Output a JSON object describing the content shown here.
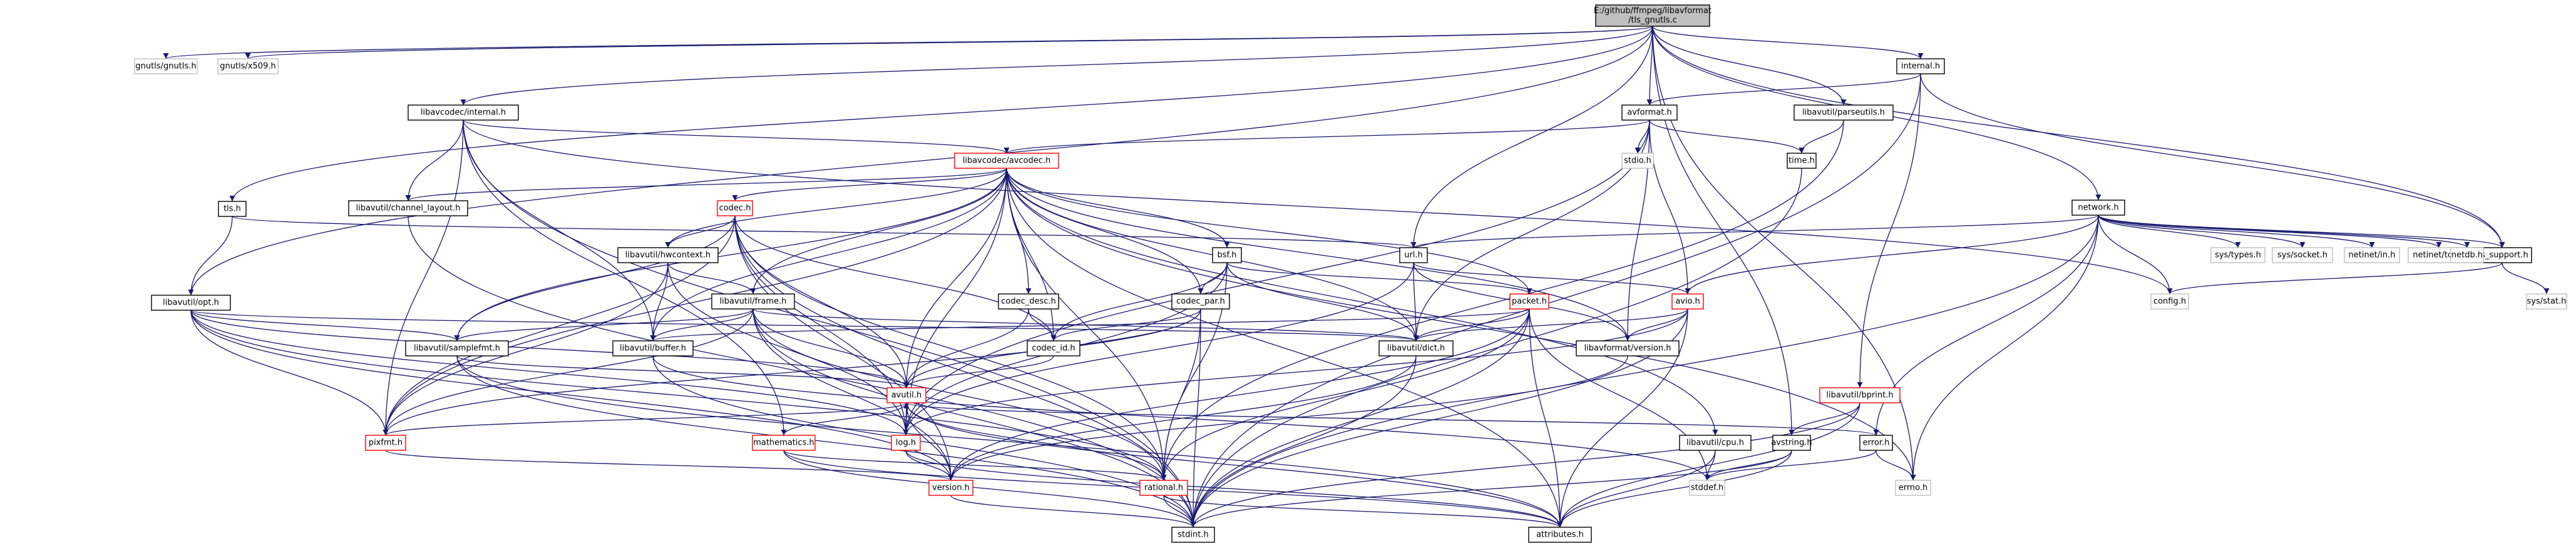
{
  "colors": {
    "edge": "#191970",
    "root_fill": "#bfbfbf",
    "root_border": "#000000",
    "documented_border": "#000000",
    "incomplete_border": "#ff0000",
    "external_border": "#bfbfbf",
    "text": "#000000"
  },
  "nodes": [
    {
      "id": "root",
      "label": [
        "E:/github/ffmpeg/libavformat",
        "/tls_gnutls.c"
      ],
      "kind": "root"
    },
    {
      "id": "gnutls",
      "label": [
        "gnutls/gnutls.h"
      ],
      "kind": "external"
    },
    {
      "id": "x509",
      "label": [
        "gnutls/x509.h"
      ],
      "kind": "external"
    },
    {
      "id": "lavc_internal",
      "label": [
        "libavcodec/internal.h"
      ],
      "kind": "documented"
    },
    {
      "id": "tls",
      "label": [
        "tls.h"
      ],
      "kind": "documented"
    },
    {
      "id": "lavu_opt",
      "label": [
        "libavutil/opt.h"
      ],
      "kind": "documented"
    },
    {
      "id": "avformat",
      "label": [
        "avformat.h"
      ],
      "kind": "documented"
    },
    {
      "id": "internal",
      "label": [
        "internal.h"
      ],
      "kind": "documented"
    },
    {
      "id": "parseutils",
      "label": [
        "libavutil/parseutils.h"
      ],
      "kind": "documented"
    },
    {
      "id": "network",
      "label": [
        "network.h"
      ],
      "kind": "documented"
    },
    {
      "id": "os_support",
      "label": [
        "os_support.h"
      ],
      "kind": "documented"
    },
    {
      "id": "avcodec",
      "label": [
        "libavcodec/avcodec.h"
      ],
      "kind": "incomplete"
    },
    {
      "id": "stdio",
      "label": [
        "stdio.h"
      ],
      "kind": "external"
    },
    {
      "id": "time",
      "label": [
        "time.h"
      ],
      "kind": "documented"
    },
    {
      "id": "channel_layout",
      "label": [
        "libavutil/channel_layout.h"
      ],
      "kind": "documented"
    },
    {
      "id": "codec",
      "label": [
        "codec.h"
      ],
      "kind": "incomplete"
    },
    {
      "id": "hwcontext",
      "label": [
        "libavutil/hwcontext.h"
      ],
      "kind": "documented"
    },
    {
      "id": "url",
      "label": [
        "url.h"
      ],
      "kind": "documented"
    },
    {
      "id": "bsf",
      "label": [
        "bsf.h"
      ],
      "kind": "documented"
    },
    {
      "id": "sys_types",
      "label": [
        "sys/types.h"
      ],
      "kind": "external"
    },
    {
      "id": "sys_socket",
      "label": [
        "sys/socket.h"
      ],
      "kind": "external"
    },
    {
      "id": "netinet_in",
      "label": [
        "netinet/in.h"
      ],
      "kind": "external"
    },
    {
      "id": "netinet_tcp",
      "label": [
        "netinet/tcp.h"
      ],
      "kind": "external"
    },
    {
      "id": "netdb",
      "label": [
        "netdb.h"
      ],
      "kind": "external"
    },
    {
      "id": "config",
      "label": [
        "config.h"
      ],
      "kind": "external"
    },
    {
      "id": "sys_stat",
      "label": [
        "sys/stat.h"
      ],
      "kind": "external"
    },
    {
      "id": "frame",
      "label": [
        "libavutil/frame.h"
      ],
      "kind": "documented"
    },
    {
      "id": "codec_desc",
      "label": [
        "codec_desc.h"
      ],
      "kind": "documented"
    },
    {
      "id": "codec_par",
      "label": [
        "codec_par.h"
      ],
      "kind": "documented"
    },
    {
      "id": "packet",
      "label": [
        "packet.h"
      ],
      "kind": "incomplete"
    },
    {
      "id": "avio",
      "label": [
        "avio.h"
      ],
      "kind": "incomplete"
    },
    {
      "id": "samplefmt",
      "label": [
        "libavutil/samplefmt.h"
      ],
      "kind": "documented"
    },
    {
      "id": "buffer",
      "label": [
        "libavutil/buffer.h"
      ],
      "kind": "documented"
    },
    {
      "id": "codec_id",
      "label": [
        "codec_id.h"
      ],
      "kind": "documented"
    },
    {
      "id": "dict",
      "label": [
        "libavutil/dict.h"
      ],
      "kind": "documented"
    },
    {
      "id": "lavf_version",
      "label": [
        "libavformat/version.h"
      ],
      "kind": "documented"
    },
    {
      "id": "avutil",
      "label": [
        "avutil.h"
      ],
      "kind": "incomplete"
    },
    {
      "id": "bprint",
      "label": [
        "libavutil/bprint.h"
      ],
      "kind": "incomplete"
    },
    {
      "id": "pixfmt",
      "label": [
        "pixfmt.h"
      ],
      "kind": "incomplete"
    },
    {
      "id": "mathematics",
      "label": [
        "mathematics.h"
      ],
      "kind": "incomplete"
    },
    {
      "id": "log",
      "label": [
        "log.h"
      ],
      "kind": "incomplete"
    },
    {
      "id": "cpu",
      "label": [
        "libavutil/cpu.h"
      ],
      "kind": "documented"
    },
    {
      "id": "avstring",
      "label": [
        "avstring.h"
      ],
      "kind": "documented"
    },
    {
      "id": "error",
      "label": [
        "error.h"
      ],
      "kind": "documented"
    },
    {
      "id": "version",
      "label": [
        "version.h"
      ],
      "kind": "incomplete"
    },
    {
      "id": "rational",
      "label": [
        "rational.h"
      ],
      "kind": "incomplete"
    },
    {
      "id": "stddef",
      "label": [
        "stddef.h"
      ],
      "kind": "external"
    },
    {
      "id": "errno",
      "label": [
        "errno.h"
      ],
      "kind": "external"
    },
    {
      "id": "stdint",
      "label": [
        "stdint.h"
      ],
      "kind": "documented"
    },
    {
      "id": "attributes",
      "label": [
        "attributes.h"
      ],
      "kind": "documented"
    }
  ],
  "edges": [
    [
      "root",
      "gnutls"
    ],
    [
      "root",
      "x509"
    ],
    [
      "root",
      "lavc_internal"
    ],
    [
      "root",
      "tls"
    ],
    [
      "root",
      "lavu_opt"
    ],
    [
      "root",
      "avformat"
    ],
    [
      "root",
      "internal"
    ],
    [
      "root",
      "parseutils"
    ],
    [
      "root",
      "network"
    ],
    [
      "root",
      "os_support"
    ],
    [
      "root",
      "url"
    ],
    [
      "root",
      "avstring"
    ],
    [
      "root",
      "errno"
    ],
    [
      "lavc_internal",
      "avcodec"
    ],
    [
      "lavc_internal",
      "channel_layout"
    ],
    [
      "lavc_internal",
      "buffer"
    ],
    [
      "lavc_internal",
      "pixfmt"
    ],
    [
      "lavc_internal",
      "stdint"
    ],
    [
      "lavc_internal",
      "config"
    ],
    [
      "lavc_internal",
      "mathematics"
    ],
    [
      "tls",
      "url"
    ],
    [
      "tls",
      "lavu_opt"
    ],
    [
      "lavu_opt",
      "rational"
    ],
    [
      "lavu_opt",
      "avutil"
    ],
    [
      "lavu_opt",
      "dict"
    ],
    [
      "lavu_opt",
      "log"
    ],
    [
      "lavu_opt",
      "pixfmt"
    ],
    [
      "lavu_opt",
      "samplefmt"
    ],
    [
      "lavu_opt",
      "version"
    ],
    [
      "avformat",
      "avcodec"
    ],
    [
      "avformat",
      "stdio"
    ],
    [
      "avformat",
      "time"
    ],
    [
      "avformat",
      "avio"
    ],
    [
      "avformat",
      "dict"
    ],
    [
      "avformat",
      "lavf_version"
    ],
    [
      "avformat",
      "log"
    ],
    [
      "internal",
      "avformat"
    ],
    [
      "internal",
      "os_support"
    ],
    [
      "internal",
      "bprint"
    ],
    [
      "internal",
      "stdint"
    ],
    [
      "parseutils",
      "time"
    ],
    [
      "parseutils",
      "rational"
    ],
    [
      "network",
      "config"
    ],
    [
      "network",
      "errno"
    ],
    [
      "network",
      "stdint"
    ],
    [
      "network",
      "os_support"
    ],
    [
      "network",
      "avio"
    ],
    [
      "network",
      "url"
    ],
    [
      "network",
      "error"
    ],
    [
      "network",
      "sys_types"
    ],
    [
      "network",
      "sys_socket"
    ],
    [
      "network",
      "netinet_in"
    ],
    [
      "network",
      "netinet_tcp"
    ],
    [
      "network",
      "netdb"
    ],
    [
      "os_support",
      "config"
    ],
    [
      "os_support",
      "sys_stat"
    ],
    [
      "avcodec",
      "errno"
    ],
    [
      "avcodec",
      "samplefmt"
    ],
    [
      "avcodec",
      "attributes"
    ],
    [
      "avcodec",
      "avutil"
    ],
    [
      "avcodec",
      "buffer"
    ],
    [
      "avcodec",
      "cpu"
    ],
    [
      "avcodec",
      "channel_layout"
    ],
    [
      "avcodec",
      "dict"
    ],
    [
      "avcodec",
      "frame"
    ],
    [
      "avcodec",
      "hwcontext"
    ],
    [
      "avcodec",
      "log"
    ],
    [
      "avcodec",
      "pixfmt"
    ],
    [
      "avcodec",
      "rational"
    ],
    [
      "avcodec",
      "codec"
    ],
    [
      "avcodec",
      "codec_desc"
    ],
    [
      "avcodec",
      "codec_id"
    ],
    [
      "avcodec",
      "packet"
    ],
    [
      "avcodec",
      "bsf"
    ],
    [
      "avcodec",
      "codec_par"
    ],
    [
      "avcodec",
      "lavf_version"
    ],
    [
      "time",
      "stdint"
    ],
    [
      "channel_layout",
      "stdint"
    ],
    [
      "codec",
      "stdint"
    ],
    [
      "codec",
      "avutil"
    ],
    [
      "codec",
      "hwcontext"
    ],
    [
      "codec",
      "log"
    ],
    [
      "codec",
      "pixfmt"
    ],
    [
      "codec",
      "rational"
    ],
    [
      "codec",
      "samplefmt"
    ],
    [
      "codec",
      "codec_id"
    ],
    [
      "codec",
      "version"
    ],
    [
      "hwcontext",
      "buffer"
    ],
    [
      "hwcontext",
      "frame"
    ],
    [
      "hwcontext",
      "log"
    ],
    [
      "hwcontext",
      "pixfmt"
    ],
    [
      "url",
      "avio"
    ],
    [
      "url",
      "lavf_version"
    ],
    [
      "url",
      "dict"
    ],
    [
      "url",
      "log"
    ],
    [
      "bsf",
      "dict"
    ],
    [
      "bsf",
      "log"
    ],
    [
      "bsf",
      "rational"
    ],
    [
      "bsf",
      "codec_id"
    ],
    [
      "bsf",
      "codec_par"
    ],
    [
      "bsf",
      "packet"
    ],
    [
      "frame",
      "stdint"
    ],
    [
      "frame",
      "avutil"
    ],
    [
      "frame",
      "buffer"
    ],
    [
      "frame",
      "dict"
    ],
    [
      "frame",
      "rational"
    ],
    [
      "frame",
      "samplefmt"
    ],
    [
      "frame",
      "pixfmt"
    ],
    [
      "frame",
      "version"
    ],
    [
      "codec_desc",
      "avutil"
    ],
    [
      "codec_desc",
      "codec_id"
    ],
    [
      "codec_par",
      "stdint"
    ],
    [
      "codec_par",
      "avutil"
    ],
    [
      "codec_par",
      "rational"
    ],
    [
      "codec_par",
      "pixfmt"
    ],
    [
      "codec_par",
      "codec_id"
    ],
    [
      "packet",
      "stddef"
    ],
    [
      "packet",
      "stdint"
    ],
    [
      "packet",
      "attributes"
    ],
    [
      "packet",
      "buffer"
    ],
    [
      "packet",
      "dict"
    ],
    [
      "packet",
      "rational"
    ],
    [
      "packet",
      "version"
    ],
    [
      "avio",
      "stdint"
    ],
    [
      "avio",
      "attributes"
    ],
    [
      "avio",
      "dict"
    ],
    [
      "avio",
      "log"
    ],
    [
      "avio",
      "lavf_version"
    ],
    [
      "samplefmt",
      "stdint"
    ],
    [
      "samplefmt",
      "avutil"
    ],
    [
      "samplefmt",
      "attributes"
    ],
    [
      "buffer",
      "stddef"
    ],
    [
      "buffer",
      "stdint"
    ],
    [
      "codec_id",
      "avutil"
    ],
    [
      "dict",
      "stdint"
    ],
    [
      "dict",
      "version"
    ],
    [
      "lavf_version",
      "version"
    ],
    [
      "avutil",
      "attributes"
    ],
    [
      "avutil",
      "error"
    ],
    [
      "avutil",
      "version"
    ],
    [
      "avutil",
      "common_note"
    ],
    [
      "avutil",
      "rational"
    ],
    [
      "avutil",
      "mathematics"
    ],
    [
      "avutil",
      "log"
    ],
    [
      "avutil",
      "pixfmt"
    ],
    [
      "bprint",
      "attributes"
    ],
    [
      "bprint",
      "avstring"
    ],
    [
      "bprint",
      "stdint"
    ],
    [
      "mathematics",
      "stdint"
    ],
    [
      "mathematics",
      "attributes"
    ],
    [
      "mathematics",
      "rational"
    ],
    [
      "log",
      "attributes"
    ],
    [
      "log",
      "version"
    ],
    [
      "log",
      "avutil"
    ],
    [
      "cpu",
      "attributes"
    ],
    [
      "cpu",
      "stddef"
    ],
    [
      "avstring",
      "stddef"
    ],
    [
      "avstring",
      "stdint"
    ],
    [
      "avstring",
      "attributes"
    ],
    [
      "error",
      "errno"
    ],
    [
      "error",
      "stddef"
    ],
    [
      "rational",
      "stdint"
    ],
    [
      "rational",
      "attributes"
    ],
    [
      "pixfmt",
      "version"
    ],
    [
      "version",
      "stdint"
    ]
  ]
}
